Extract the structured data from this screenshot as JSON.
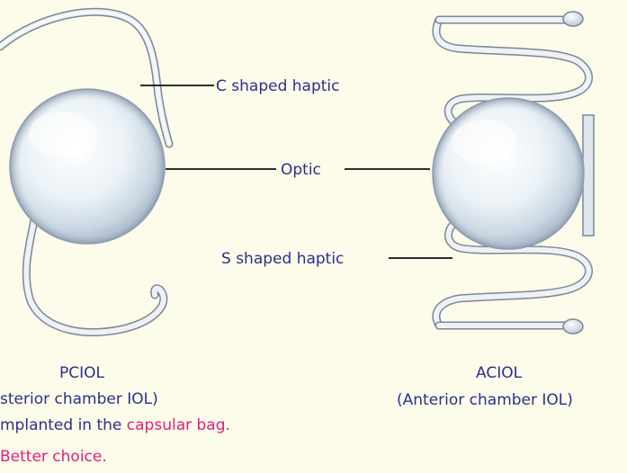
{
  "labels": {
    "c_haptic": "C shaped haptic",
    "optic": "Optic",
    "s_haptic": "S shaped haptic"
  },
  "pciol": {
    "title": "PCIOL",
    "subtitle": "sterior chamber IOL)",
    "note_prefix": "mplanted in the ",
    "note_highlight": "capsular bag.",
    "note2": "Better choice."
  },
  "aciol": {
    "title": "ACIOL",
    "subtitle": "(Anterior chamber IOL)"
  },
  "colors": {
    "background": "#fdfbe9",
    "label_text": "#2b2f8f",
    "highlight_text": "#e0207a",
    "leader_line": "#111111",
    "haptic_fill": "#eef2f6",
    "haptic_outline": "#7a8796"
  }
}
